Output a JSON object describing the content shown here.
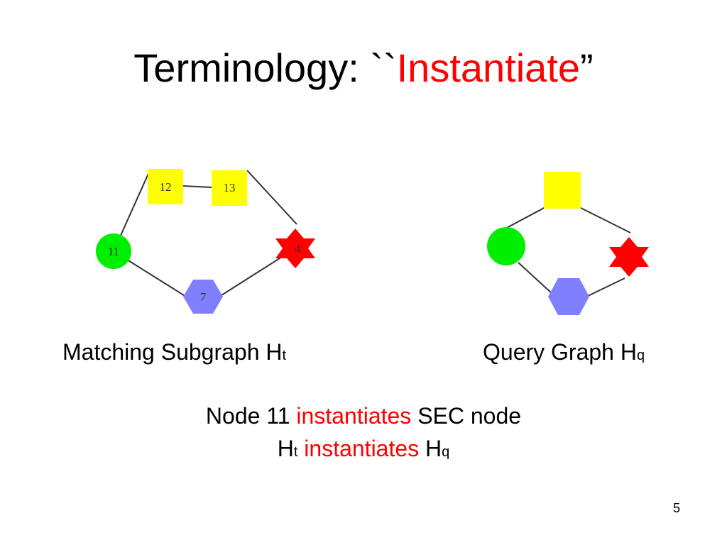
{
  "slide": {
    "title_prefix": "Terminology: ``",
    "title_term": "Instantiate",
    "title_suffix": "”",
    "page_number": "5"
  },
  "left_graph": {
    "caption_main": "Matching Subgraph H",
    "caption_sub": "t",
    "nodes": [
      {
        "label": "12",
        "shape": "square",
        "color": "#ffff00"
      },
      {
        "label": "13",
        "shape": "square",
        "color": "#ffff00"
      },
      {
        "label": "11",
        "shape": "circle",
        "color": "#00ee00"
      },
      {
        "label": "4",
        "shape": "six-point-star",
        "color": "#ff0000"
      },
      {
        "label": "7",
        "shape": "hexagon",
        "color": "#8080ff"
      }
    ]
  },
  "right_graph": {
    "caption_main": "Query Graph H",
    "caption_sub": "q",
    "nodes": [
      {
        "shape": "square",
        "color": "#ffff00"
      },
      {
        "shape": "circle",
        "color": "#00ee00"
      },
      {
        "shape": "six-point-star",
        "color": "#ff0000"
      },
      {
        "shape": "hexagon",
        "color": "#8080ff"
      }
    ]
  },
  "statements": {
    "line1_a": "Node 11 ",
    "line1_b": "instantiates",
    "line1_c": " SEC node",
    "line2_a": "H",
    "line2_a_sub": "t",
    "line2_b": " instantiates",
    "line2_c": " H",
    "line2_c_sub": "q"
  }
}
